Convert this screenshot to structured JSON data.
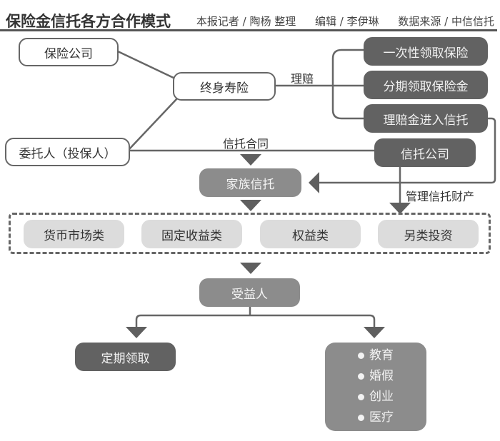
{
  "header": {
    "title": "保险金信托各方合作模式",
    "reporter": "本报记者 / 陶杨 整理",
    "editor": "编辑 / 李伊琳",
    "source": "数据来源 / 中信信托"
  },
  "nodes": {
    "insurance_company": "保险公司",
    "whole_life": "终身寿险",
    "settlor": "委托人（投保人）",
    "lump_sum": "一次性领取保险",
    "installments": "分期领取保险金",
    "claim_into_trust": "理赔金进入信托",
    "trust_company": "信托公司",
    "family_trust": "家族信托",
    "beneficiary": "受益人",
    "periodic": "定期领取"
  },
  "edge_labels": {
    "claim": "理赔",
    "trust_contract": "信托合同",
    "manage_assets": "管理信托财产"
  },
  "investments": [
    "货币市场类",
    "固定收益类",
    "权益类",
    "另类投资"
  ],
  "uses": [
    "教育",
    "婚假",
    "创业",
    "医疗"
  ],
  "colors": {
    "dark_node": "#626262",
    "mid_node": "#8c8c8c",
    "light_node": "#dcdcdc",
    "line": "#666666"
  }
}
